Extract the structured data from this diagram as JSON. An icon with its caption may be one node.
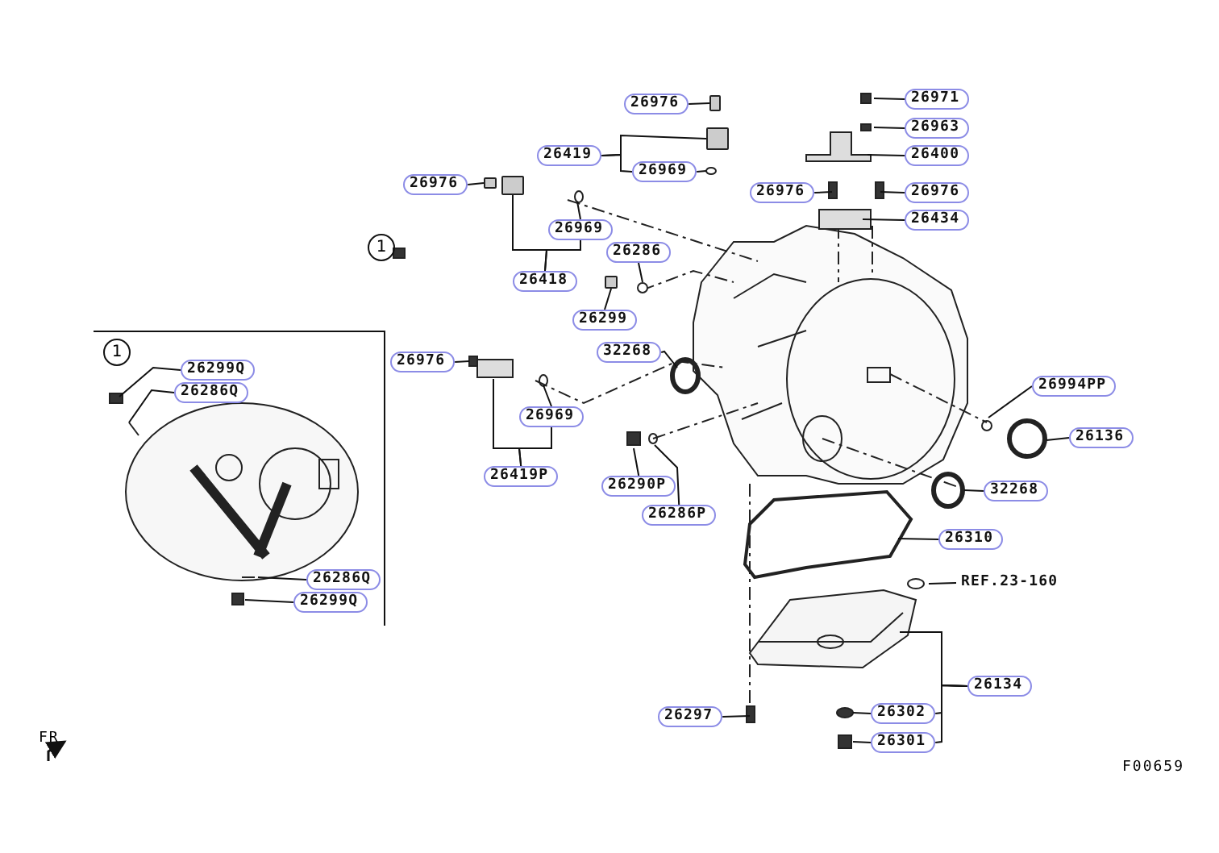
{
  "diagram": {
    "nodes": [
      {
        "text": [
          "1"
        ]
      },
      {
        "text": [
          "26299Q"
        ],
        "in": 0
      },
      {
        "text": [
          "26286Q"
        ],
        "in": 0
      },
      {
        "text": [
          "26286Q"
        ],
        "in": 0
      },
      {
        "text": [
          "26299Q"
        ],
        "in": 0
      },
      {
        "text": [
          "26976"
        ]
      },
      {
        "text": [
          "26419"
        ]
      },
      {
        "text": [
          "26969"
        ]
      },
      {
        "text": [
          "26976"
        ]
      },
      {
        "text": [
          "26969"
        ]
      },
      {
        "text": [
          "26418"
        ]
      },
      {
        "text": [
          "26286"
        ]
      },
      {
        "text": [
          "26299"
        ]
      },
      {
        "text": [
          "26971"
        ]
      },
      {
        "text": [
          "26963"
        ]
      },
      {
        "text": [
          "26400"
        ]
      },
      {
        "text": [
          "26976"
        ]
      },
      {
        "text": [
          "26976"
        ]
      },
      {
        "text": [
          "26434"
        ]
      },
      {
        "text": [
          "26976"
        ]
      },
      {
        "text": [
          "32268"
        ]
      },
      {
        "text": [
          "26969"
        ]
      },
      {
        "text": [
          "26419P"
        ]
      },
      {
        "text": [
          "26290P"
        ]
      },
      {
        "text": [
          "26286P"
        ]
      },
      {
        "text": [
          "26994PP"
        ]
      },
      {
        "text": [
          "26136"
        ]
      },
      {
        "text": [
          "32268"
        ]
      },
      {
        "text": [
          "26310"
        ]
      },
      {
        "text": [
          "REF.23-160"
        ]
      },
      {
        "text": [
          "26134"
        ]
      },
      {
        "text": [
          "26297"
        ]
      },
      {
        "text": [
          "26302"
        ]
      },
      {
        "text": [
          "26301"
        ]
      },
      {
        "text": [],
        "shape": "box"
      },
      {
        "text": [],
        "shape": "box"
      },
      {
        "text": [],
        "shape": "box"
      },
      {
        "text": [],
        "shape": "box"
      },
      {
        "text": [],
        "shape": "box"
      },
      {
        "text": [],
        "shape": "circle"
      }
    ],
    "edges": [
      {
        "from": 1,
        "to": null,
        "arrow": "none"
      },
      {
        "from": 2,
        "to": null,
        "arrow": "none"
      },
      {
        "from": 3,
        "to": null,
        "arrow": "none"
      },
      {
        "from": 4,
        "to": null,
        "arrow": "none"
      },
      {
        "from": 5,
        "to": 37,
        "arrow": "none"
      },
      {
        "from": 6,
        "to": 34,
        "arrow": "none"
      },
      {
        "from": 6,
        "to": 7,
        "arrow": "none"
      },
      {
        "from": 7,
        "to": null,
        "arrow": "none"
      },
      {
        "from": 8,
        "to": 38,
        "arrow": "none"
      },
      {
        "from": 9,
        "to": null,
        "arrow": "none"
      },
      {
        "from": 10,
        "to": 35,
        "arrow": "none"
      },
      {
        "from": 10,
        "to": 9,
        "arrow": "none"
      },
      {
        "from": 11,
        "to": 39,
        "arrow": "none"
      },
      {
        "from": 12,
        "to": 36,
        "arrow": "none"
      },
      {
        "from": 13,
        "to": null,
        "arrow": "none"
      },
      {
        "from": 14,
        "to": null,
        "arrow": "none"
      },
      {
        "from": 15,
        "to": null,
        "arrow": "none"
      },
      {
        "from": 16,
        "to": null,
        "arrow": "none"
      },
      {
        "from": 17,
        "to": null,
        "arrow": "none"
      },
      {
        "from": 18,
        "to": null,
        "arrow": "none"
      },
      {
        "from": 19,
        "to": null,
        "arrow": "none"
      },
      {
        "from": 20,
        "to": null,
        "arrow": "none"
      },
      {
        "from": 21,
        "to": null,
        "arrow": "none"
      },
      {
        "from": 22,
        "to": null,
        "arrow": "none"
      },
      {
        "from": 22,
        "to": 21,
        "arrow": "none"
      },
      {
        "from": 23,
        "to": null,
        "arrow": "none"
      },
      {
        "from": 24,
        "to": null,
        "arrow": "none"
      },
      {
        "from": 25,
        "to": null,
        "arrow": "none"
      },
      {
        "from": 26,
        "to": null,
        "arrow": "none"
      },
      {
        "from": 27,
        "to": null,
        "arrow": "none"
      },
      {
        "from": 28,
        "to": null,
        "arrow": "none"
      },
      {
        "from": 29,
        "to": null,
        "arrow": "none"
      },
      {
        "from": 30,
        "to": null,
        "arrow": "none"
      },
      {
        "from": 30,
        "to": 32,
        "arrow": "none"
      },
      {
        "from": 30,
        "to": 33,
        "arrow": "none"
      },
      {
        "from": 31,
        "to": null,
        "arrow": "none"
      },
      {
        "from": 32,
        "to": null,
        "arrow": "none"
      },
      {
        "from": 33,
        "to": null,
        "arrow": "none"
      }
    ],
    "labels": [
      "1",
      "FR",
      "F00659"
    ]
  }
}
